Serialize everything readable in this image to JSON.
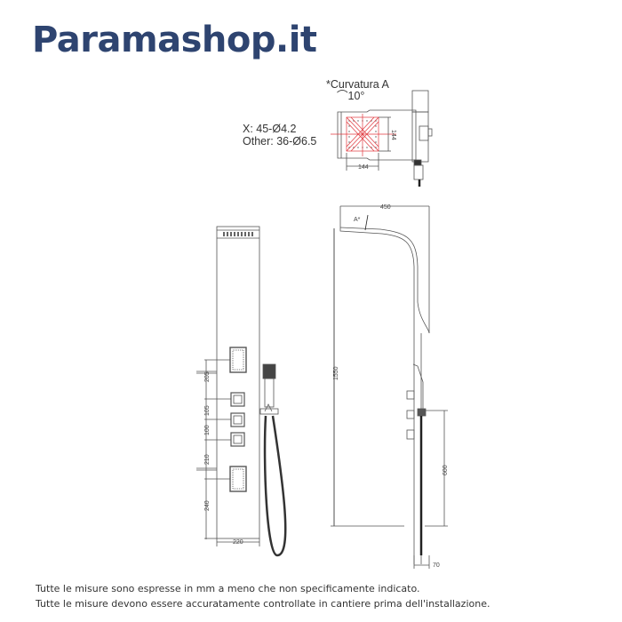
{
  "brand": {
    "title": "Paramashop.it",
    "color": "#2e4470"
  },
  "top_view": {
    "curvature_label": "*Curvatura A",
    "curvature_angle": "10°",
    "spray_spec_x": "X: 45-Ø4.2",
    "spray_spec_other": "Other: 36-Ø6.5",
    "dim_width": "144",
    "dim_height": "144",
    "accent_color": "#e0383e"
  },
  "front_view": {
    "dims": {
      "d205": "205",
      "d105": "105",
      "d100": "100",
      "d210": "210",
      "d240": "240",
      "width": "220"
    }
  },
  "side_view": {
    "dims": {
      "reach": "450",
      "curvature_marker": "A*",
      "height": "1550",
      "hose_bar": "600",
      "depth": "70"
    }
  },
  "notes": {
    "line1": "Tutte le misure sono espresse in mm a meno che non specificamente indicato.",
    "line2": "Tutte le misure devono essere accuratamente controllate in cantiere prima dell'installazione."
  }
}
